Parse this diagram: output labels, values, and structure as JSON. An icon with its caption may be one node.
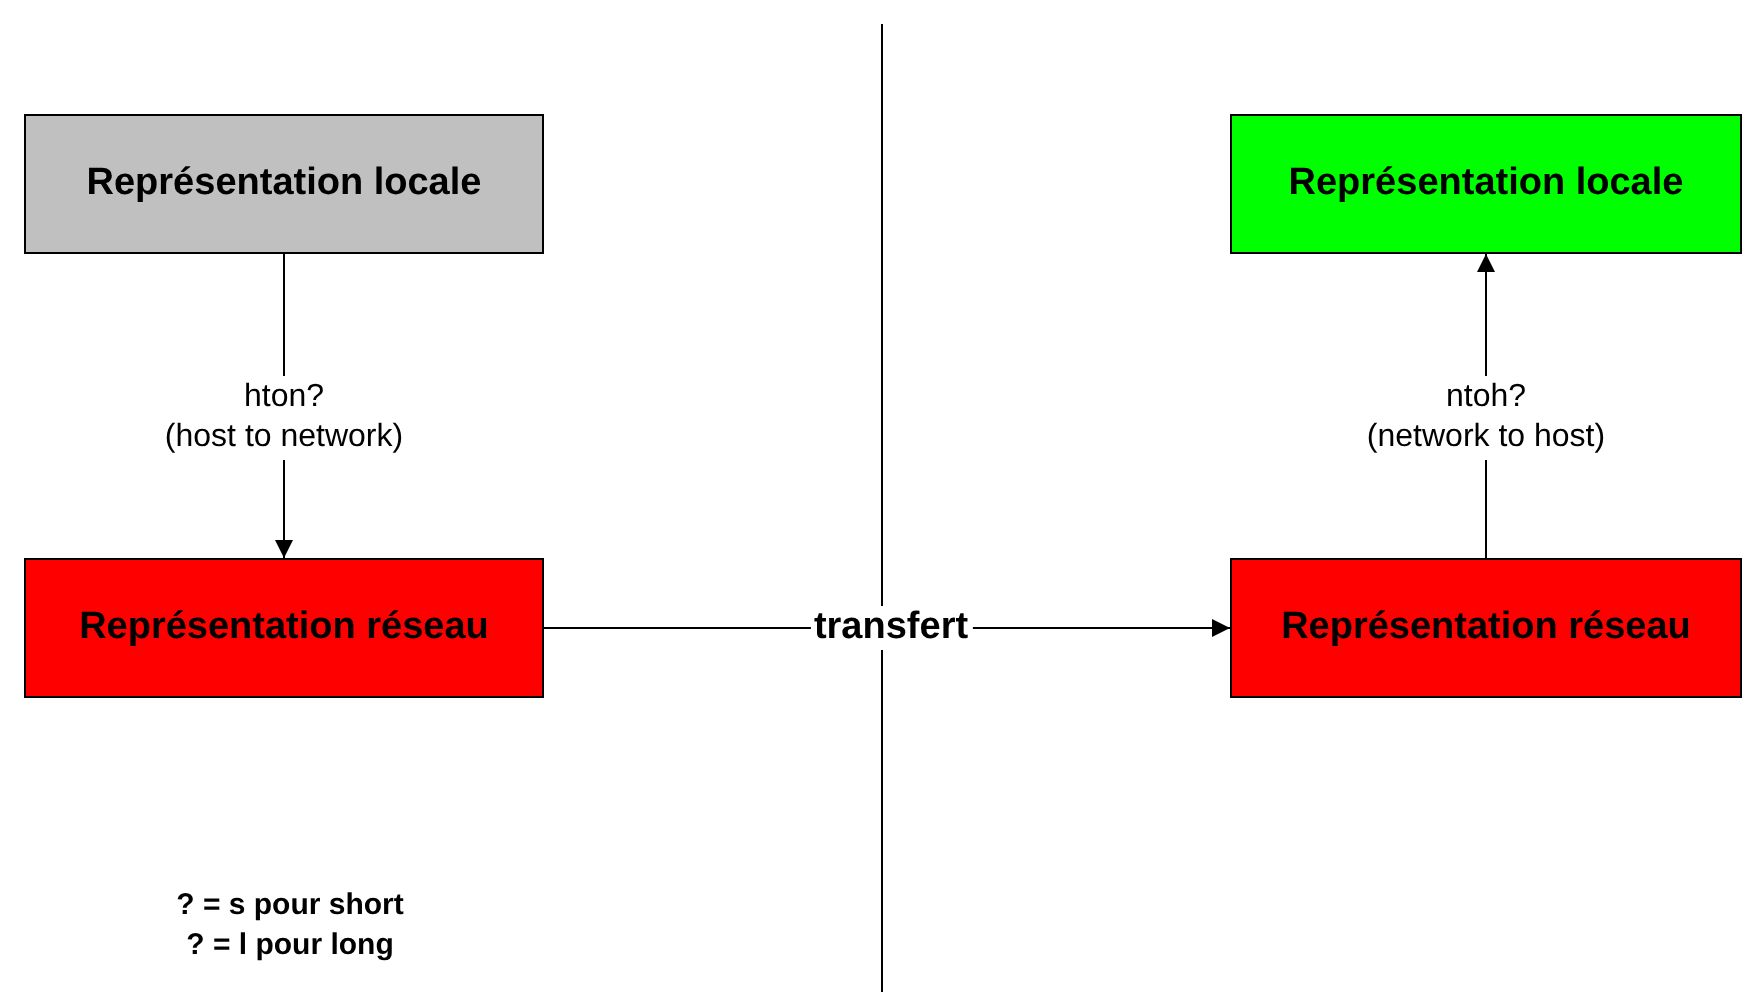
{
  "diagram": {
    "nodes": [
      {
        "text": [
          "Représentation locale"
        ]
      },
      {
        "text": [
          "Représentation réseau"
        ]
      },
      {
        "text": [
          "Représentation locale"
        ]
      },
      {
        "text": [
          "Représentation réseau"
        ]
      }
    ],
    "edges": [
      {
        "from": 0,
        "to": 1,
        "arrow": "to",
        "label": "hton? (host to network)"
      },
      {
        "from": 1,
        "to": 3,
        "arrow": "to",
        "label": "transfert"
      },
      {
        "from": 3,
        "to": 2,
        "arrow": "to",
        "label": "ntoh? (network to host)"
      }
    ],
    "labels": [
      "? = s pour short",
      "? = l pour long"
    ]
  }
}
